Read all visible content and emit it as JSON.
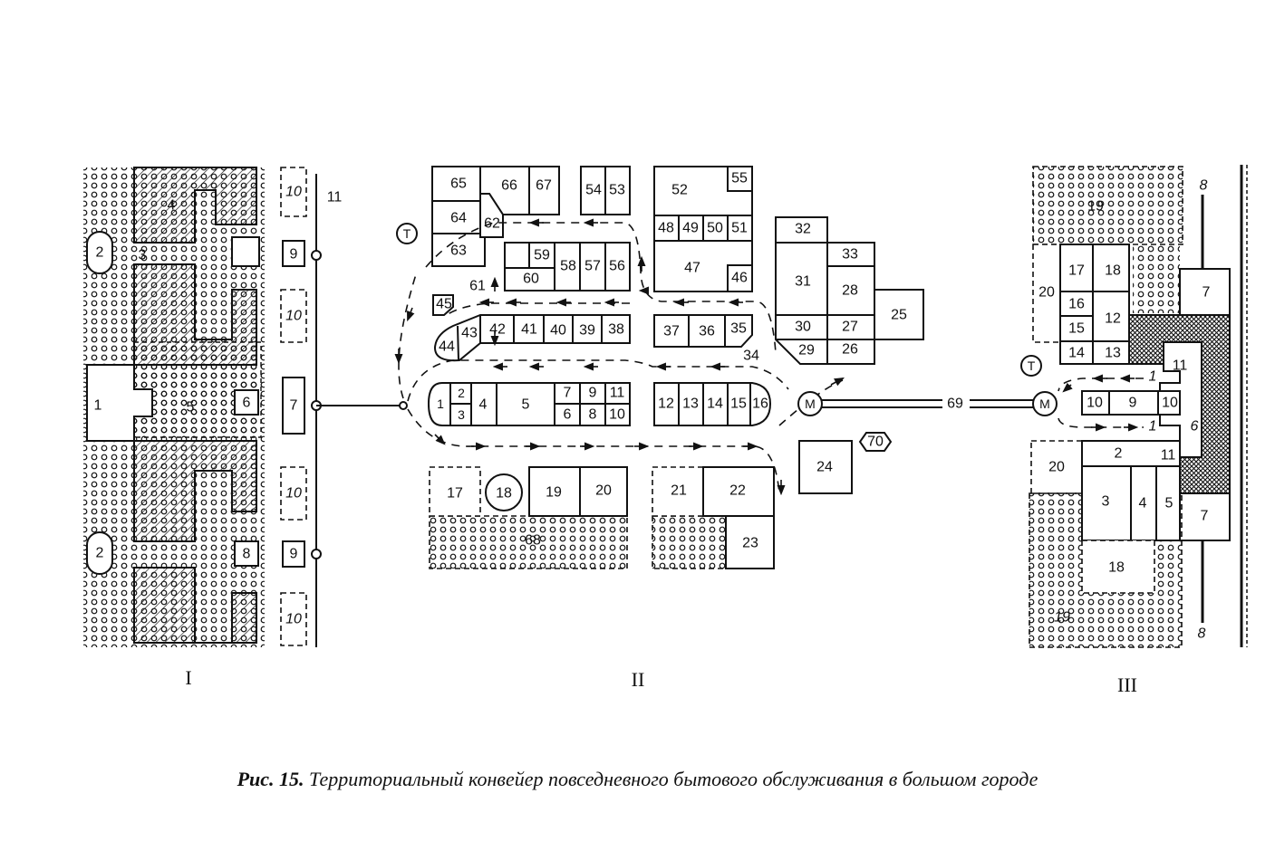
{
  "panels": {
    "I": {
      "roman": "I",
      "labels": {
        "b1": "1",
        "b2a": "2",
        "b2b": "2",
        "t3": "3",
        "b4": "4",
        "b5": "5",
        "b6": "6",
        "b7": "7",
        "b8": "8",
        "b9a": "9",
        "b9b": "9",
        "b10a": "10",
        "b10b": "10",
        "b10c": "10",
        "b10d": "10",
        "t11": "11"
      }
    },
    "II": {
      "roman": "II",
      "labels": {
        "c1": "1",
        "c2": "2",
        "c3": "3",
        "c4": "4",
        "c5": "5",
        "c6": "6",
        "c7": "7",
        "c8": "8",
        "c9": "9",
        "c10": "10",
        "c11": "11",
        "c12": "12",
        "c13": "13",
        "c14": "14",
        "c15": "15",
        "c16": "16",
        "c17": "17",
        "c18": "18",
        "c19": "19",
        "c20": "20",
        "c21": "21",
        "c22": "22",
        "c23": "23",
        "c24": "24",
        "c25": "25",
        "c26": "26",
        "c27": "27",
        "c28": "28",
        "c29": "29",
        "c30": "30",
        "c31": "31",
        "c32": "32",
        "c33": "33",
        "c34": "34",
        "c35": "35",
        "c36": "36",
        "c37": "37",
        "c38": "38",
        "c39": "39",
        "c40": "40",
        "c41": "41",
        "c42": "42",
        "c43": "43",
        "c44": "44",
        "c45": "45",
        "c46": "46",
        "c47": "47",
        "c48": "48",
        "c49": "49",
        "c50": "50",
        "c51": "51",
        "c52": "52",
        "c53": "53",
        "c54": "54",
        "c55": "55",
        "c56": "56",
        "c57": "57",
        "c58": "58",
        "c59": "59",
        "c60": "60",
        "c61": "61",
        "c62": "62",
        "c63": "63",
        "c64": "64",
        "c65": "65",
        "c66": "66",
        "c67": "67",
        "c68": "68",
        "c69": "69",
        "c70": "70",
        "t": "Т",
        "m": "М"
      }
    },
    "III": {
      "roman": "III",
      "labels": {
        "d1a": "1",
        "d1b": "1",
        "d2": "2",
        "d3": "3",
        "d4": "4",
        "d5": "5",
        "d6": "6",
        "d7a": "7",
        "d7b": "7",
        "d8a": "8",
        "d8b": "8",
        "d9": "9",
        "d10a": "10",
        "d10b": "10",
        "d11a": "11",
        "d11b": "11",
        "d12": "12",
        "d13": "13",
        "d14": "14",
        "d15": "15",
        "d16": "16",
        "d17": "17",
        "d18a": "18",
        "d18b": "18",
        "d19a": "19",
        "d19b": "19",
        "d20a": "20",
        "d20b": "20",
        "t": "Т",
        "m": "М"
      }
    }
  },
  "caption": {
    "prefix": "Рис. 15.",
    "text": "Территориальный конвейер повседневного бытового обслуживания в большом городе"
  }
}
